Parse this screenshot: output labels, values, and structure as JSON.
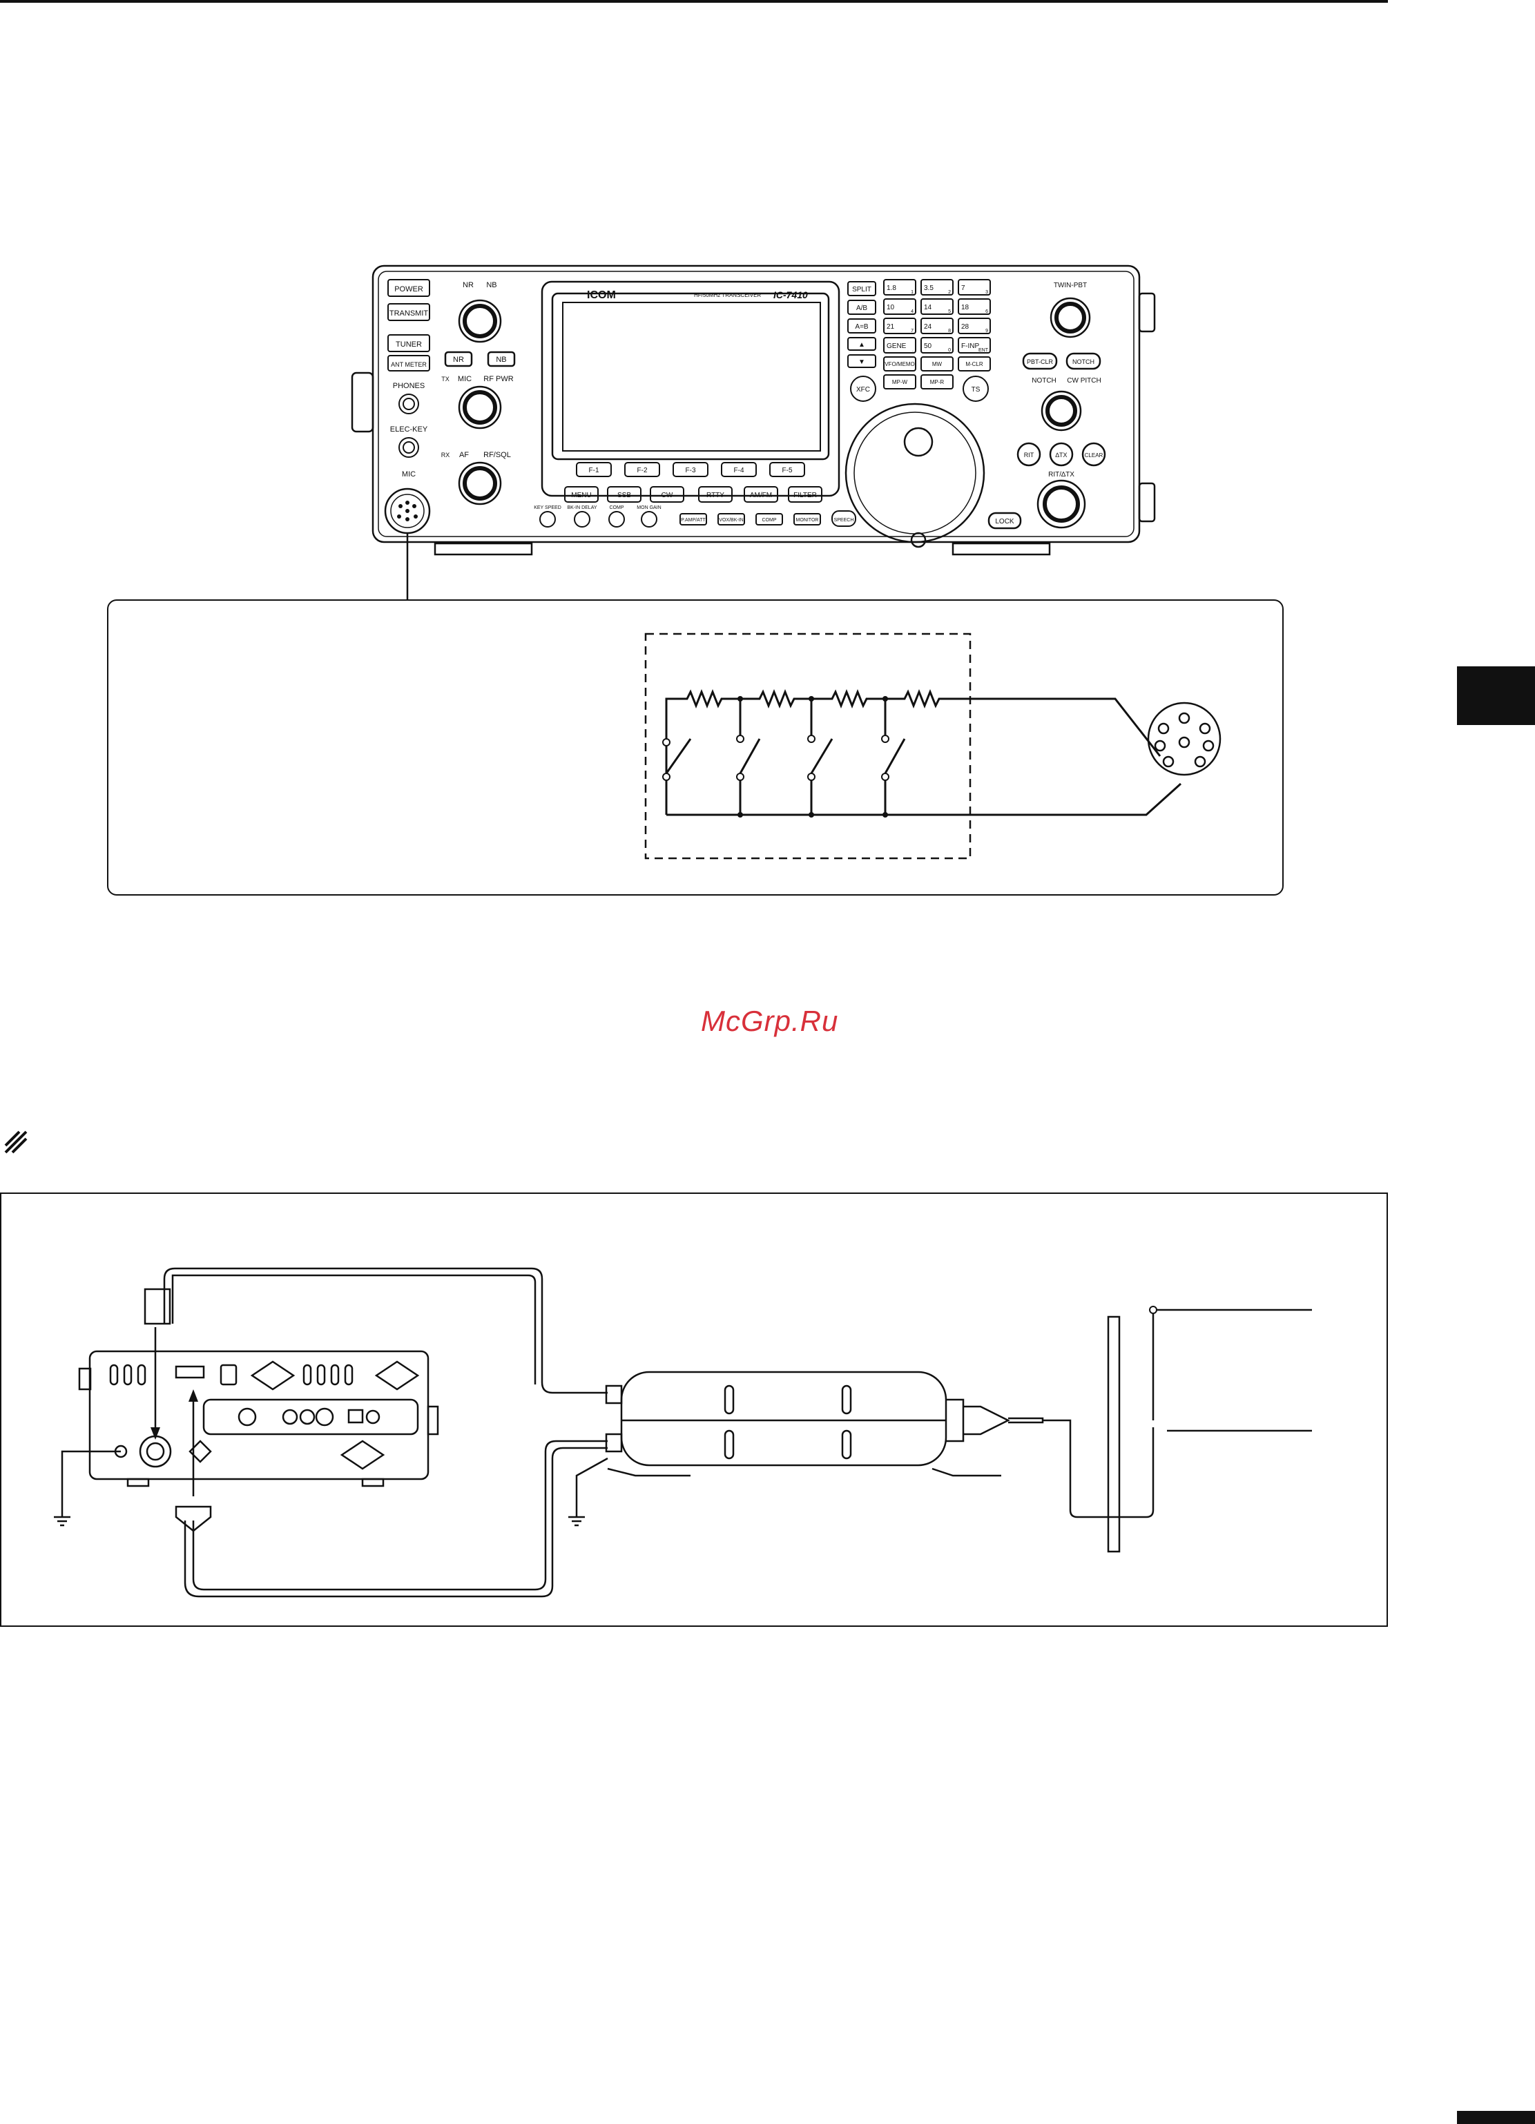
{
  "watermark": "McGrp.Ru",
  "radio": {
    "brand": "ICOM",
    "model_caption": "HF/50MHz TRANSCEIVER",
    "model": "IC-7410",
    "left_buttons": [
      "POWER",
      "TRANSMIT",
      "TUNER",
      "ANT METER"
    ],
    "jack_labels": [
      "PHONES",
      "ELEC-KEY",
      "MIC"
    ],
    "knob_labels": [
      "NR",
      "NB",
      "MIC",
      "RF PWR",
      "AF",
      "RF/SQL"
    ],
    "tx_tag": "TX",
    "rx_tag": "RX",
    "small_buttons": [
      "NR",
      "NB"
    ],
    "func_keys": [
      "F-1",
      "F-2",
      "F-3",
      "F-4",
      "F-5"
    ],
    "mode_keys": [
      "MENU",
      "SSB",
      "CW",
      "RTTY",
      "AM/FM",
      "FILTER"
    ],
    "lower_knobs": [
      "KEY SPEED",
      "BK-IN DELAY",
      "COMP",
      "MON GAIN"
    ],
    "lower_buttons": [
      "P.AMP/ATT",
      "VOX/BK-IN",
      "COMP",
      "MONITOR",
      "SPEECH"
    ],
    "vfo_keys": [
      "SPLIT",
      "A/B",
      "A=B",
      "▲",
      "▼"
    ],
    "band_keys": [
      {
        "main": "1.8",
        "sub": "1"
      },
      {
        "main": "3.5",
        "sub": "2"
      },
      {
        "main": "7",
        "sub": "3"
      },
      {
        "main": "10",
        "sub": "4"
      },
      {
        "main": "14",
        "sub": "5"
      },
      {
        "main": "18",
        "sub": "6"
      },
      {
        "main": "21",
        "sub": "7"
      },
      {
        "main": "24",
        "sub": "8"
      },
      {
        "main": "28",
        "sub": "9"
      },
      {
        "main": "GENE",
        "sub": "."
      },
      {
        "main": "50",
        "sub": "0"
      },
      {
        "main": "F-INP",
        "sub": "ENT"
      }
    ],
    "memory_keys": [
      "VFO/MEMO",
      "MW",
      "M-CLR",
      "MP-W",
      "MP-R"
    ],
    "xfc": "XFC",
    "ts": "TS",
    "right_labels": {
      "twin_pbt": "TWIN-PBT",
      "pbt_clr": "PBT-CLR",
      "notch_btn": "NOTCH",
      "notch_knob": "NOTCH",
      "cw_pitch": "CW PITCH",
      "rit": "RIT",
      "dtx": "∆TX",
      "clear": "CLEAR",
      "rit_dtx": "RIT/∆TX",
      "lock": "LOCK"
    }
  }
}
